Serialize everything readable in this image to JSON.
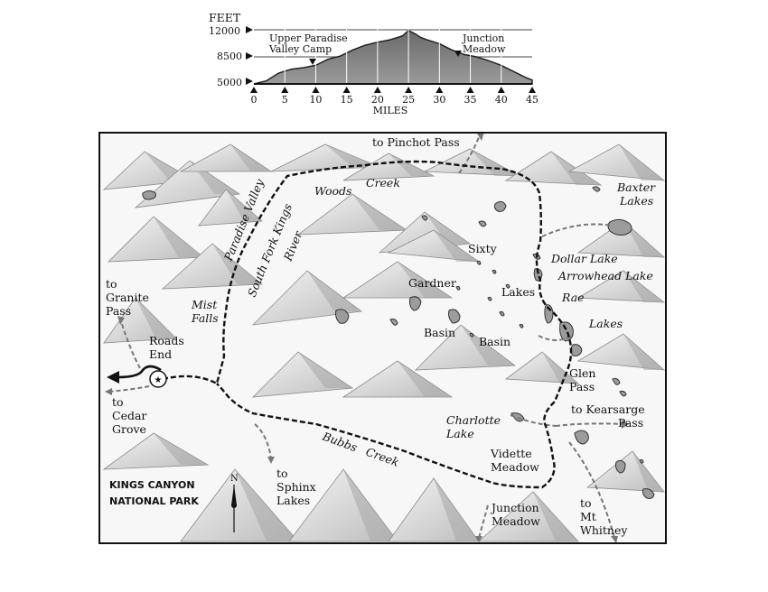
{
  "profile": {
    "y_axis_label": "FEET",
    "y_ticks": [
      "12000",
      "8500",
      "5000"
    ],
    "x_ticks": [
      "0",
      "5",
      "10",
      "15",
      "20",
      "25",
      "30",
      "35",
      "40",
      "45"
    ],
    "x_axis_label": "MILES",
    "markers": [
      {
        "line1": "Upper Paradise",
        "line2": "Valley Camp"
      },
      {
        "line1": "Junction",
        "line2": "Meadow"
      }
    ]
  },
  "chart_data": {
    "type": "area",
    "xlabel": "MILES",
    "ylabel": "FEET",
    "x": [
      0,
      2,
      4,
      6,
      8,
      10,
      12,
      14,
      16,
      18,
      20,
      22,
      24,
      25,
      26,
      27,
      28,
      30,
      32,
      34,
      36,
      38,
      40,
      42,
      44,
      45
    ],
    "y": [
      5000,
      5400,
      6400,
      6900,
      7100,
      7400,
      8200,
      8600,
      9400,
      10000,
      10400,
      10700,
      11200,
      11900,
      11500,
      11000,
      10700,
      10200,
      9400,
      8800,
      8500,
      8000,
      7400,
      6600,
      5800,
      5500
    ],
    "xlim": [
      0,
      45
    ],
    "ylim": [
      5000,
      12000
    ],
    "y_ticks": [
      5000,
      8500,
      12000
    ],
    "x_ticks": [
      0,
      5,
      10,
      15,
      20,
      25,
      30,
      35,
      40,
      45
    ],
    "grid": true
  },
  "map": {
    "labels": {
      "pinchot": "to Pinchot Pass",
      "woods": "Woods",
      "creek_woods": "Creek",
      "paradise_valley": "Paradise Valley",
      "south_fork": "South Fork Kings",
      "river": "River",
      "baxter1": "Baxter",
      "baxter2": "Lakes",
      "sixty": "Sixty",
      "dollar": "Dollar Lake",
      "arrowhead": "Arrowhead Lake",
      "gardner": "Gardner",
      "lakes_sixty": "Lakes",
      "rae": "Rae",
      "rae_lakes": "Lakes",
      "granite1": "to",
      "granite2": "Granite",
      "granite3": "Pass",
      "mist1": "Mist",
      "mist2": "Falls",
      "roads1": "Roads",
      "roads2": "End",
      "basin_g": "Basin",
      "basin_s": "Basin",
      "glen1": "Glen",
      "glen2": "Pass",
      "cedar1": "to",
      "cedar2": "Cedar",
      "cedar3": "Grove",
      "kearsarge1": "to Kearsarge",
      "kearsarge2": "Pass",
      "charlotte1": "Charlotte",
      "charlotte2": "Lake",
      "bubbs": "Bubbs",
      "creek_bubbs": "Creek",
      "vidette1": "Vidette",
      "vidette2": "Meadow",
      "sphinx1": "to",
      "sphinx2": "Sphinx",
      "sphinx3": "Lakes",
      "kings1": "KINGS  CANYON",
      "kings2": "NATIONAL  PARK",
      "junction1": "Junction",
      "junction2": "Meadow",
      "whitney1": "to",
      "whitney2": "Mt",
      "whitney3": "Whitney"
    },
    "north_label": "N"
  }
}
